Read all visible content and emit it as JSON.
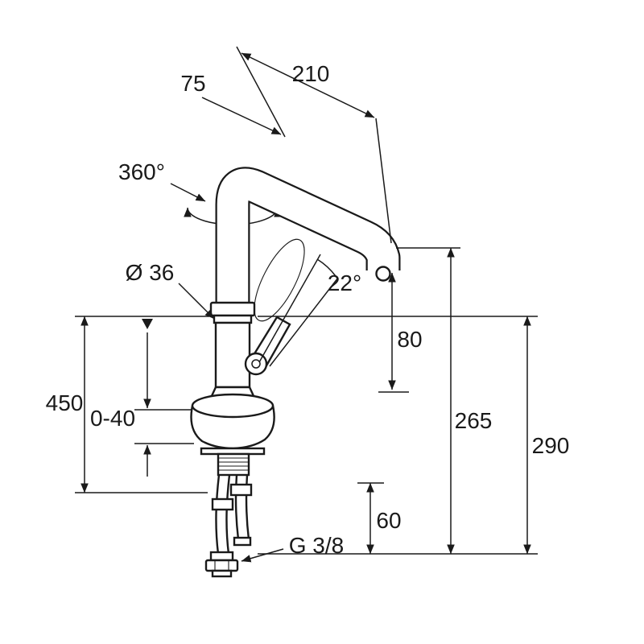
{
  "figure": {
    "kind": "faucet-technical-drawing",
    "background": "#ffffff",
    "line_color": "#1a1a1a"
  },
  "labels": {
    "swivel_angle": "360°",
    "spout_offset": "75",
    "spout_reach": "210",
    "body_diameter": "Ø 36",
    "lever_angle": "22°",
    "outlet_drop": "80",
    "outlet_height": "265",
    "total_height": "290",
    "below_counter": "60",
    "hose_length": "450",
    "mounting_thickness": "0-40",
    "connection_thread": "G 3/8"
  }
}
